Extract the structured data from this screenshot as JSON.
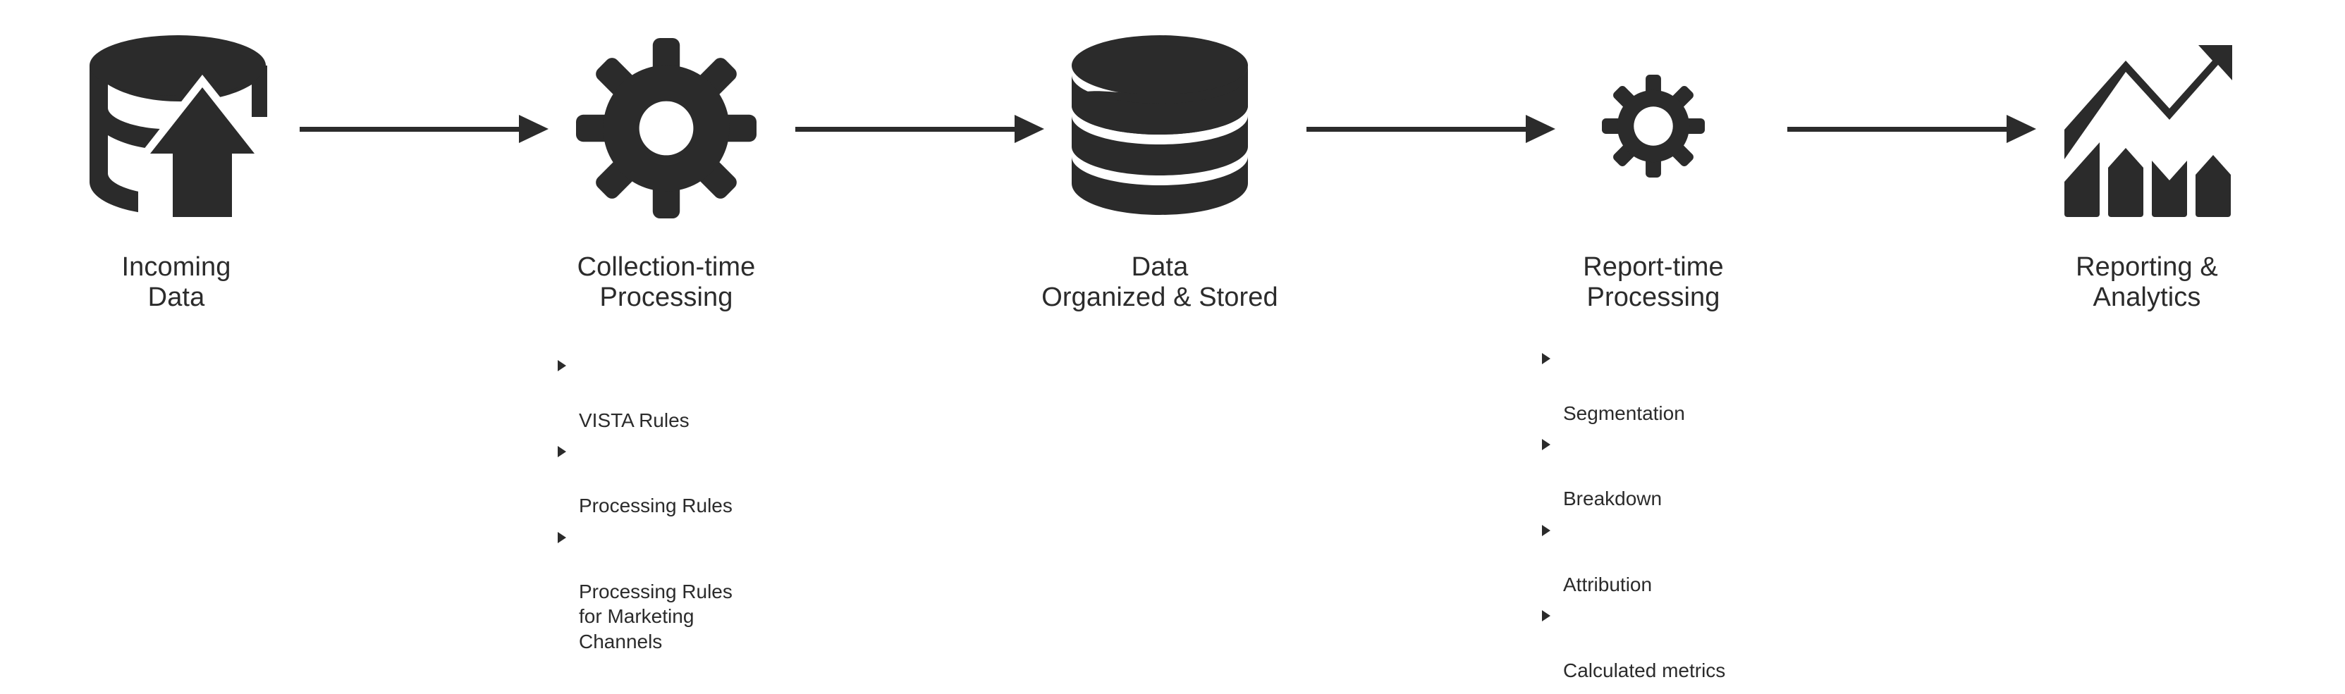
{
  "theme": {
    "background": "#ffffff",
    "ink": "#2b2b2b"
  },
  "diagram": {
    "type": "left-to-right process flow",
    "stage_count": 5,
    "connector_count": 4,
    "connector_symbol": "arrow-right"
  },
  "stages": [
    {
      "id": "incoming-data",
      "icon": "database-upload-icon",
      "label": "Incoming\nData",
      "bullets": []
    },
    {
      "id": "collection-time-processing",
      "icon": "gear-icon",
      "label": "Collection-time\nProcessing",
      "bullets": [
        "VISTA Rules",
        "Processing Rules",
        "Processing Rules\nfor Marketing\nChannels"
      ]
    },
    {
      "id": "data-organized-stored",
      "icon": "database-icon",
      "label": "Data\nOrganized & Stored",
      "bullets": []
    },
    {
      "id": "report-time-processing",
      "icon": "gear-small-icon",
      "label": "Report-time\nProcessing",
      "bullets": [
        "Segmentation",
        "Breakdown",
        "Attribution",
        "Calculated metrics"
      ]
    },
    {
      "id": "reporting-analytics",
      "icon": "bar-chart-trend-icon",
      "label": "Reporting &\nAnalytics",
      "bullets": []
    }
  ]
}
